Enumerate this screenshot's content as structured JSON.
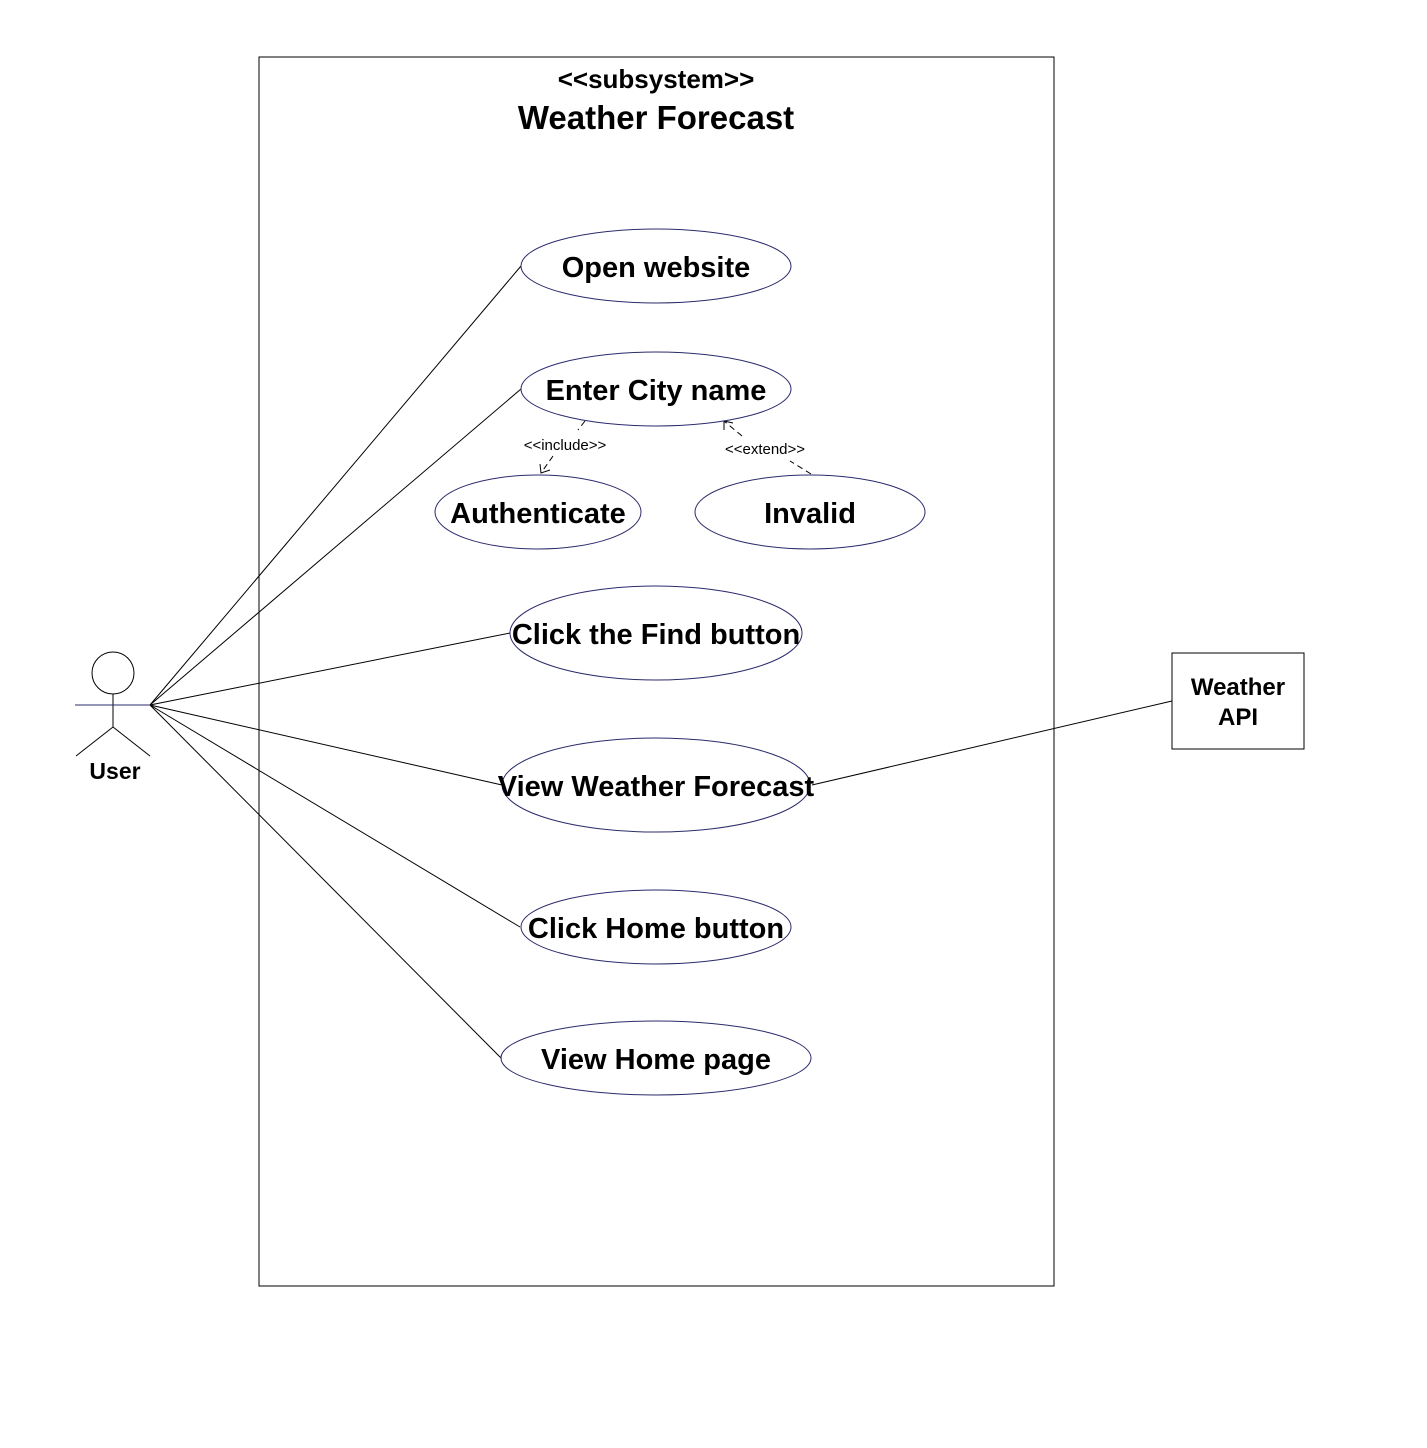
{
  "subsystem": {
    "stereotype": "<<subsystem>>",
    "name": "Weather Forecast"
  },
  "actors": {
    "user": "User",
    "weather_api_line1": "Weather",
    "weather_api_line2": "API"
  },
  "use_cases": {
    "open_website": "Open website",
    "enter_city_name": "Enter City name",
    "authenticate": "Authenticate",
    "invalid": "Invalid",
    "click_find": "Click the Find button",
    "view_forecast": "View Weather Forecast",
    "click_home": "Click Home button",
    "view_home": "View Home page"
  },
  "relationships": {
    "include": "<<include>>",
    "extend": "<<extend>>"
  },
  "colors": {
    "outline": "#2b2b6b",
    "line": "#000000"
  }
}
